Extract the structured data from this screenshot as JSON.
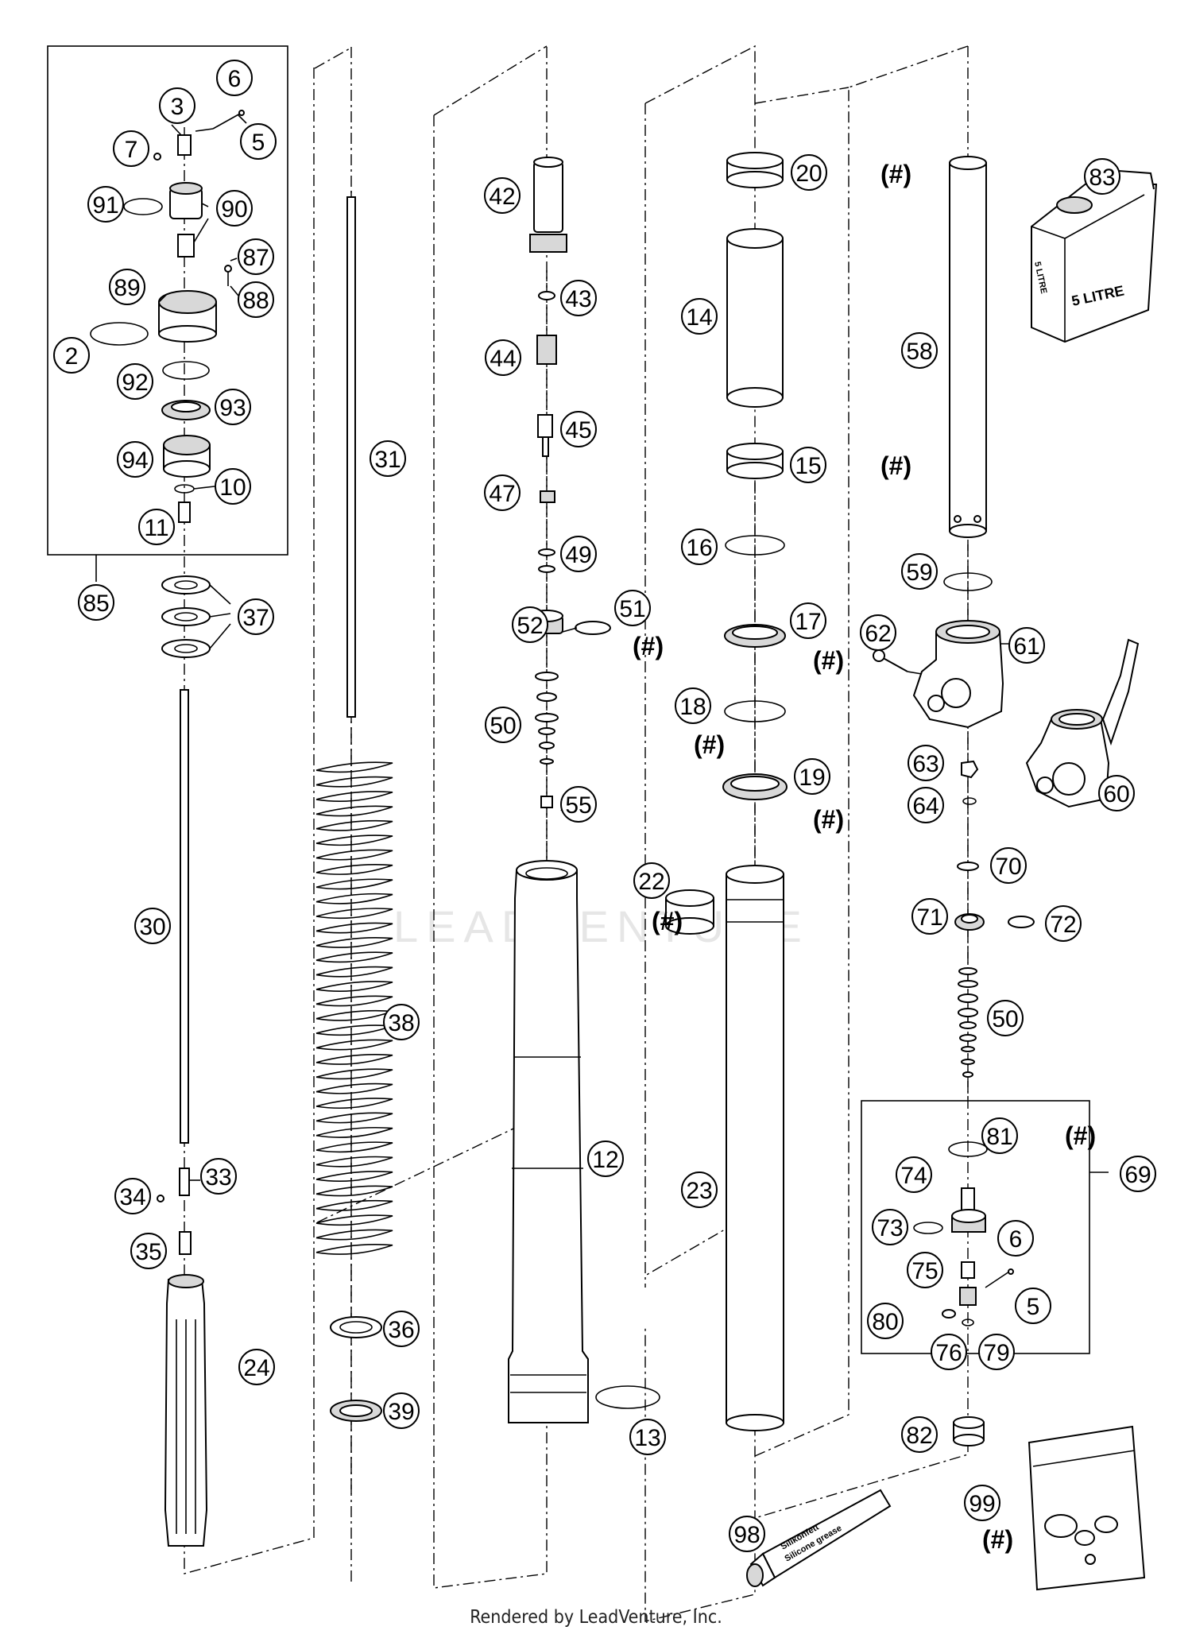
{
  "footer": "Rendered by LeadVenture, Inc.",
  "watermark": "LEADVENTURE",
  "hash_symbol": "(#)",
  "labels": {
    "can": "5 LITRE",
    "tube_line1": "Silikonfett",
    "tube_line2": "Silicone grease"
  },
  "callouts": [
    "2",
    "3",
    "5",
    "5",
    "6",
    "6",
    "7",
    "10",
    "11",
    "12",
    "13",
    "14",
    "15",
    "16",
    "17",
    "18",
    "19",
    "20",
    "22",
    "23",
    "24",
    "30",
    "31",
    "33",
    "34",
    "35",
    "36",
    "37",
    "38",
    "39",
    "42",
    "43",
    "44",
    "45",
    "47",
    "49",
    "50",
    "50",
    "51",
    "52",
    "55",
    "58",
    "59",
    "60",
    "61",
    "62",
    "63",
    "64",
    "69",
    "70",
    "71",
    "72",
    "73",
    "74",
    "75",
    "76",
    "79",
    "80",
    "81",
    "82",
    "83",
    "85",
    "87",
    "88",
    "89",
    "90",
    "91",
    "92",
    "93",
    "94",
    "98",
    "99"
  ]
}
